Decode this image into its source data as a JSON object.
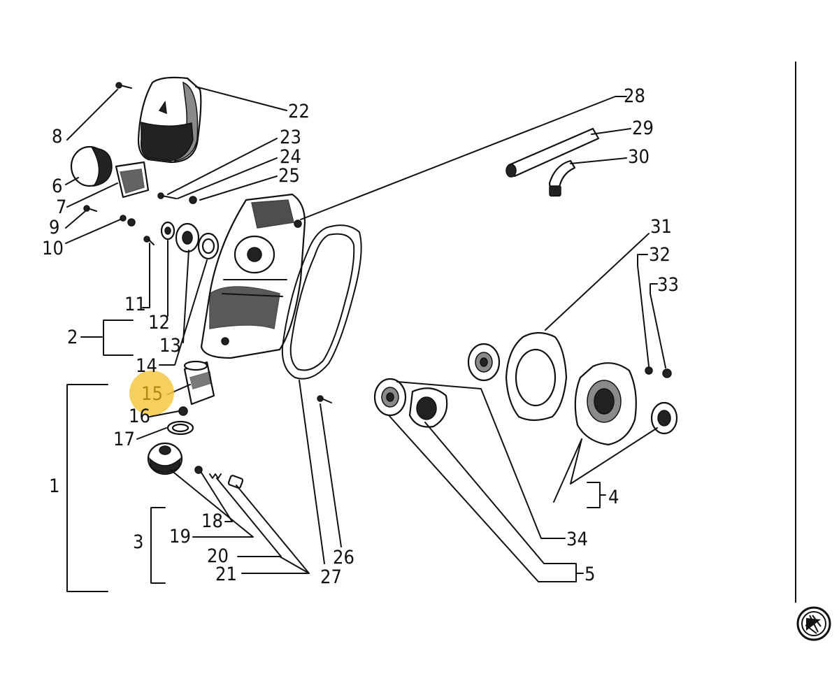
{
  "labels": {
    "l1": "1",
    "l2": "2",
    "l3": "3",
    "l4": "4",
    "l5": "5",
    "l6": "6",
    "l7": "7",
    "l8": "8",
    "l9": "9",
    "l10": "10",
    "l11": "11",
    "l12": "12",
    "l13": "13",
    "l14": "14",
    "l15": "15",
    "l16": "16",
    "l17": "17",
    "l18": "18",
    "l19": "19",
    "l20": "20",
    "l21": "21",
    "l22": "22",
    "l23": "23",
    "l24": "24",
    "l25": "25",
    "l26": "26",
    "l27": "27",
    "l28": "28",
    "l29": "29",
    "l30": "30",
    "l31": "31",
    "l32": "32",
    "l33": "33",
    "l34": "34"
  },
  "highlighted_label": "15",
  "colors": {
    "highlight": "#f5c842",
    "ink": "#111111"
  },
  "corner_icon": "navigation-logo-icon"
}
